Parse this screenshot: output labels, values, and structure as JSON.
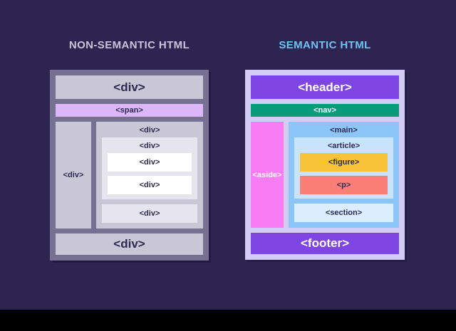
{
  "titles": {
    "non_semantic": "NON-SEMANTIC HTML",
    "semantic": "SEMANTIC HTML"
  },
  "left_panel": {
    "header": "<div>",
    "span": "<span>",
    "sidebar": "<div>",
    "column_label": "<div>",
    "nested_label": "<div>",
    "inner_rows": [
      "<div>",
      "<div>"
    ],
    "bottom_strip": "<div>",
    "footer": "<div>"
  },
  "right_panel": {
    "header": "<header>",
    "nav": "<nav>",
    "aside": "<aside>",
    "column_label": "<main>",
    "nested_label": "<article>",
    "inner_rows": [
      "<figure>",
      "<p>"
    ],
    "bottom_strip": "<section>",
    "footer": "<footer>"
  },
  "colors": {
    "background": "#2d2452",
    "bottom_bar": "#000000",
    "left_title_text": "#c8c6d8",
    "right_title_text": "#72c1f5",
    "left_panel_bg": "#767192",
    "left_box_gray": "#c9c7d5",
    "span_box": "#dcb6f9",
    "left_nested_gray": "#e6e5ee",
    "white_box": "#ffffff",
    "dark_text": "#2d2a52",
    "right_panel_bg": "#d3ccf4",
    "header_footer_purple": "#7f45e2",
    "nav_teal": "#0a9b78",
    "aside_pink": "#f87cf3",
    "main_blue": "#8cc6f8",
    "article_blue": "#c9e3fb",
    "figure_yellow": "#f9c339",
    "p_salmon": "#fb7f77",
    "section_pale_blue": "#daeefe"
  }
}
